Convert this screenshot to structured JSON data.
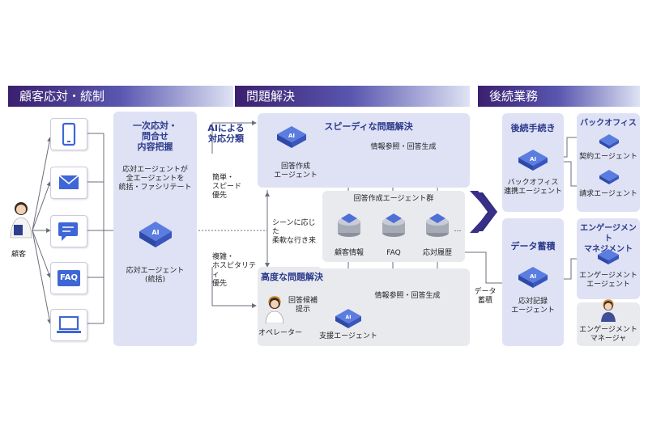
{
  "headers": {
    "customer_section": "顧客応対・統制",
    "problem_section": "問題解決",
    "followup_section": "後続業務"
  },
  "customer": {
    "label": "顧客"
  },
  "channels": [
    {
      "name": "phone-icon"
    },
    {
      "name": "mail-icon"
    },
    {
      "name": "chat-icon"
    },
    {
      "name": "faq-icon",
      "label": "FAQ"
    },
    {
      "name": "laptop-icon"
    }
  ],
  "first_response": {
    "title": "一次応対・\n問合せ\n内容把握",
    "desc": "応対エージェントが\n全エージェントを\n統括・ファシリテート",
    "agent_label": "応対エージェント\n(統括)"
  },
  "ai_classification": {
    "title": "AIによる\n対応分類",
    "simple": "簡単・\nスピード\n優先",
    "complex": "複雑・\nホスピタリティ\n優先",
    "flexible": "シーンに応じた\n柔軟な行き来"
  },
  "speedy": {
    "title": "スピーディな問題解決",
    "agent_label": "回答作成\nエージェント",
    "ref_top": "情報参照・回答生成",
    "ref_bottom": "情報参照・回答生成"
  },
  "agent_group": {
    "title": "回答作成エージェント群",
    "items": [
      "顧客情報",
      "FAQ",
      "応対履歴"
    ],
    "ellipsis": "…"
  },
  "advanced": {
    "title": "高度な問題解決",
    "suggest": "回答候補\n提示",
    "operator": "オペレーター",
    "support_agent": "支援エージェント"
  },
  "followup": {
    "title": "後続手続き",
    "agent_label": "バックオフィス\n連携エージェント",
    "backoffice_title": "バックオフィス",
    "contract_agent": "契約エージェント",
    "billing_agent": "請求エージェント"
  },
  "data": {
    "side_label": "データ\n蓄積",
    "title": "データ蓄積",
    "agent_label": "応対記録\nエージェント"
  },
  "engagement": {
    "title": "エンゲージメント\nマネジメント",
    "agent_label": "エンゲージメント\nエージェント",
    "manager_label": "エンゲージメント\nマネージャ"
  },
  "colors": {
    "header_dark": "#3a1f6e",
    "panel_lilac": "#dfe2f5",
    "chip_blue": "#4f6fd8",
    "title_blue": "#2b3a8c"
  }
}
